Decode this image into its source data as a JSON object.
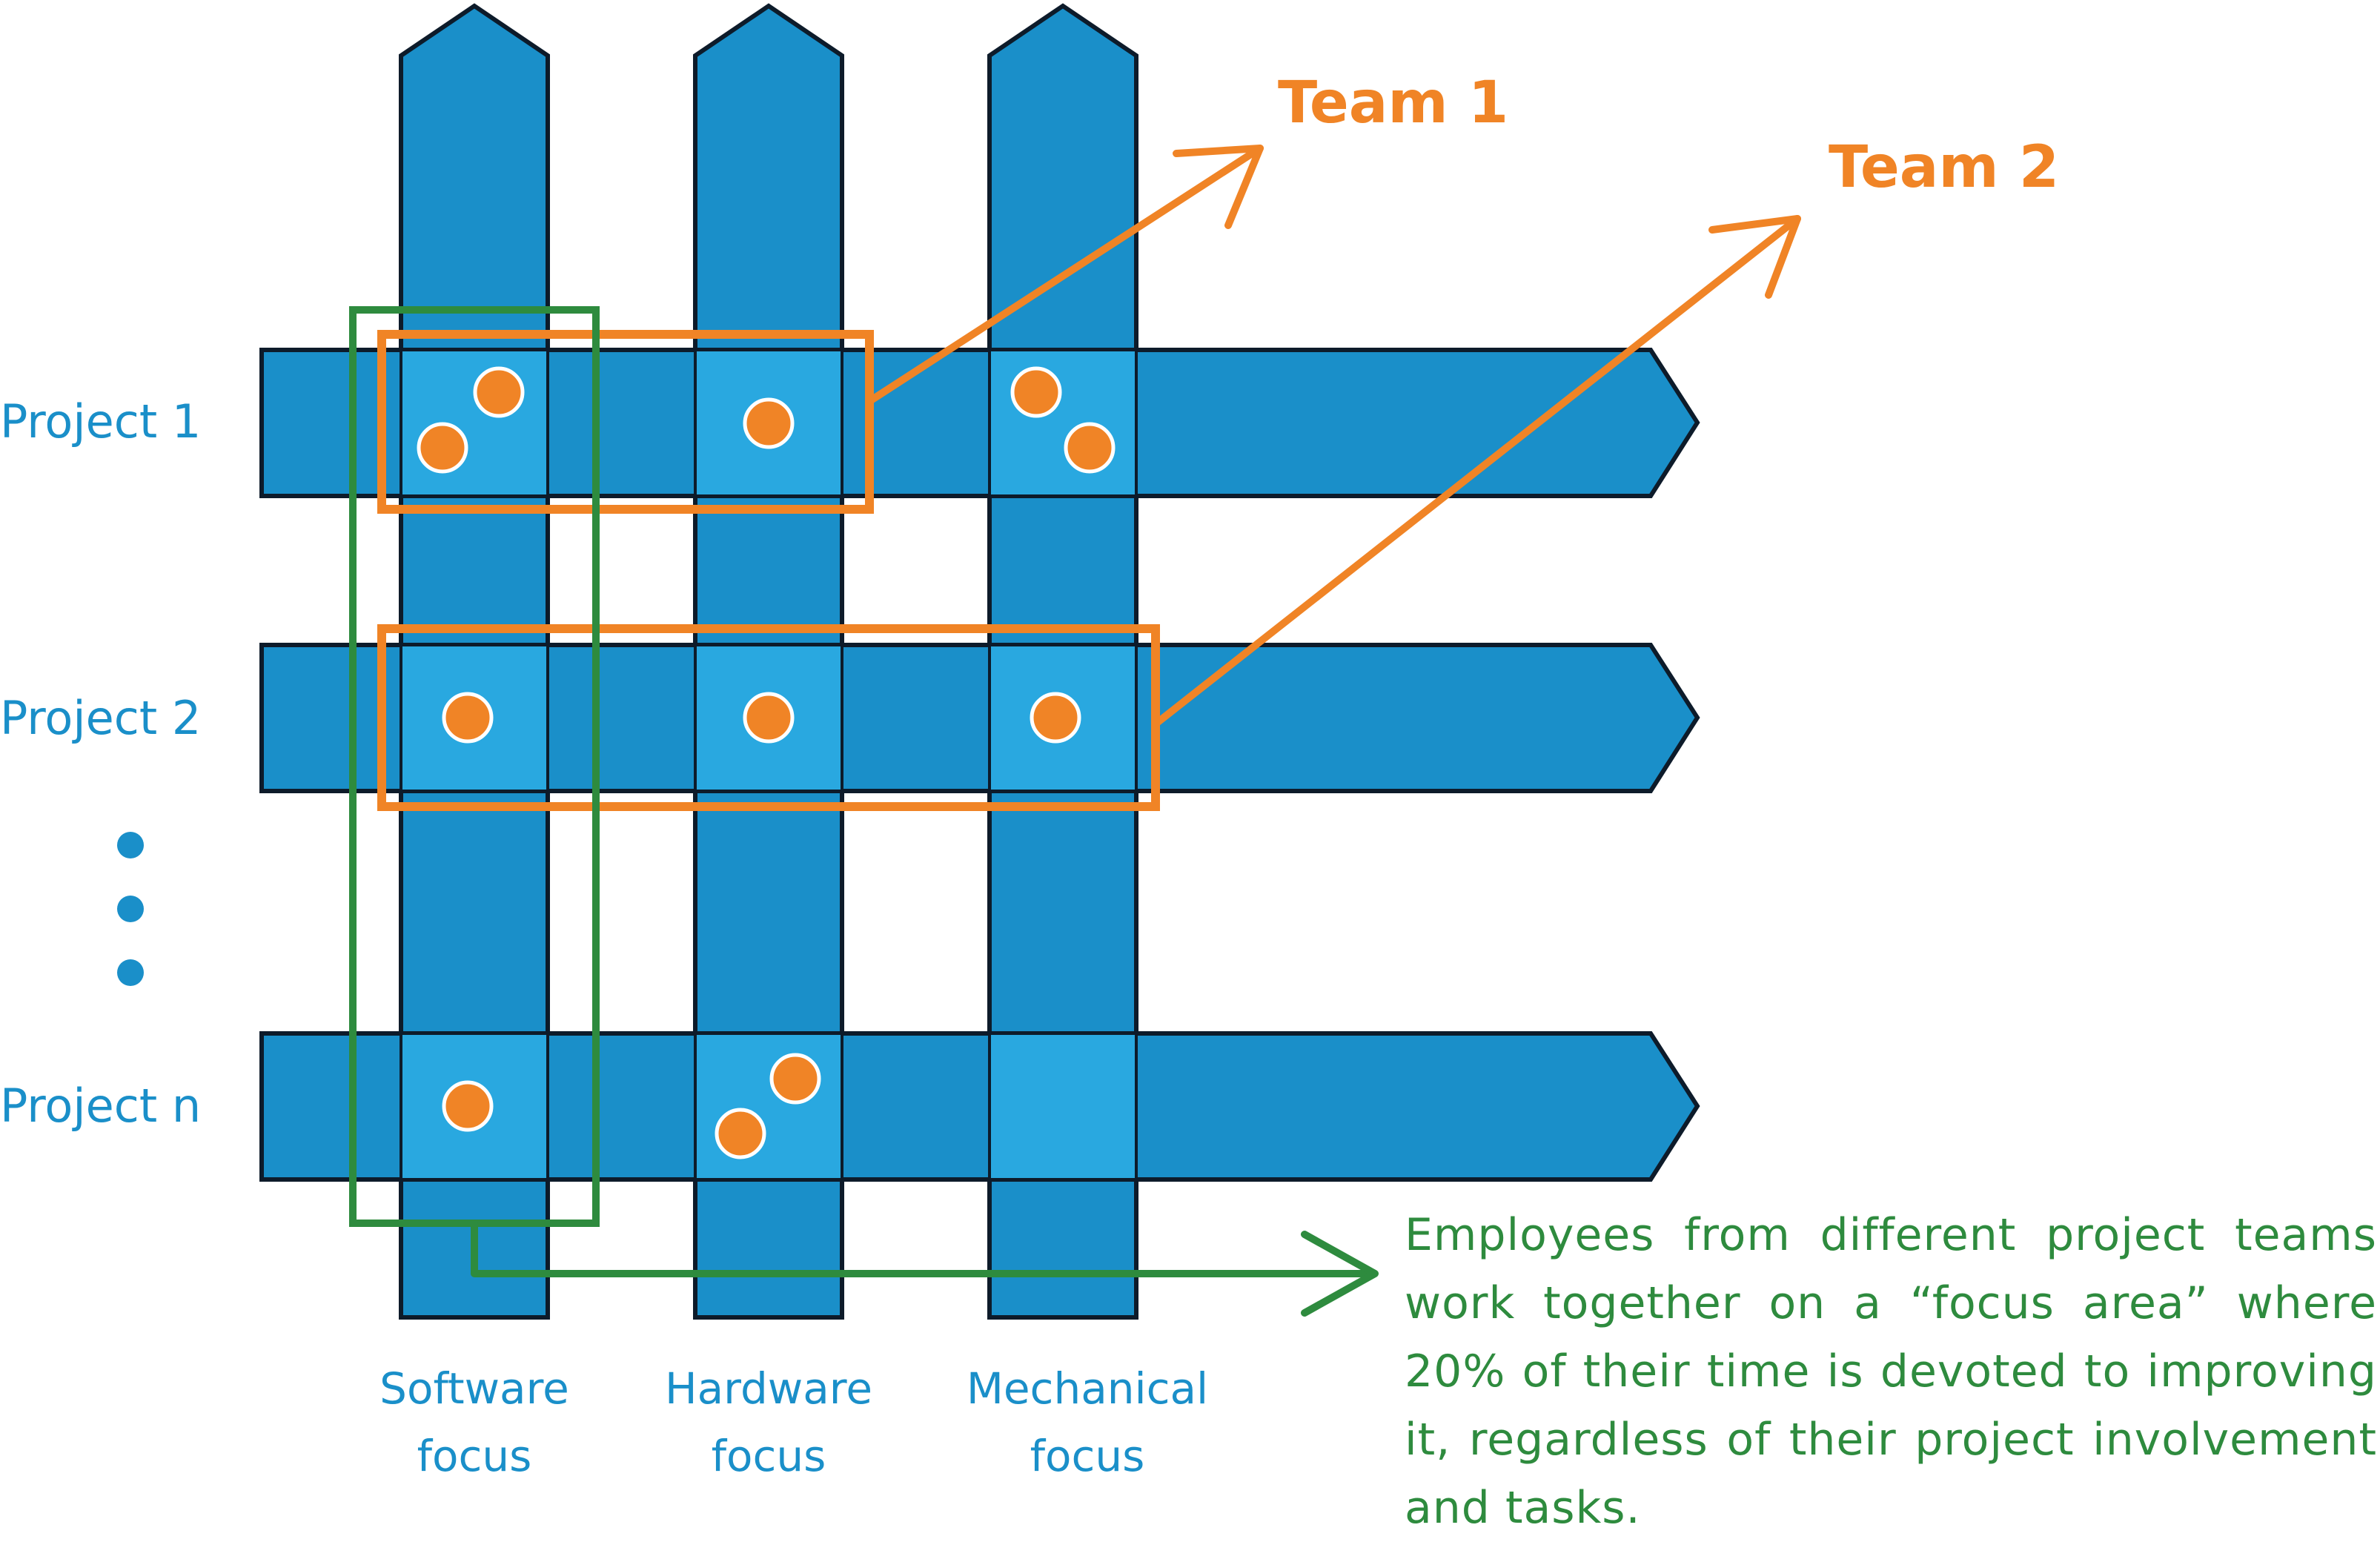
{
  "projects": [
    "Project 1",
    "Project 2",
    "Project n"
  ],
  "focus_areas": [
    {
      "line1": "Software",
      "line2": "focus"
    },
    {
      "line1": "Hardware",
      "line2": "focus"
    },
    {
      "line1": "Mechanical",
      "line2": "focus"
    }
  ],
  "teams": [
    "Team 1",
    "Team 2"
  ],
  "note": "Employees from different project teams work together on a “focus area” where 20% of their time is devoted to improving it, regardless of their project involvement and tasks.",
  "colors": {
    "bar": "#1a8fc9",
    "cell": "#29a8e0",
    "outline": "#0d1b2a",
    "team": "#f08426",
    "focus_group": "#2e8b3e",
    "dot": "#f08426"
  }
}
